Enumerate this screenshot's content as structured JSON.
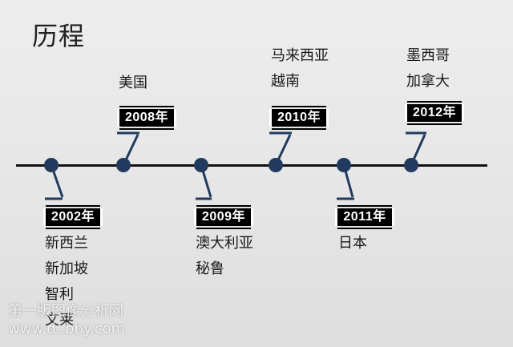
{
  "title": "历程",
  "milestones": [
    {
      "year": "2002年",
      "countries": [
        "新西兰",
        "新加坡",
        "智利",
        "文莱"
      ]
    },
    {
      "year": "2008年",
      "countries": [
        "美国"
      ]
    },
    {
      "year": "2009年",
      "countries": [
        "澳大利亚",
        "秘鲁"
      ]
    },
    {
      "year": "2010年",
      "countries": [
        "马来西亚",
        "越南"
      ]
    },
    {
      "year": "2011年",
      "countries": [
        "日本"
      ]
    },
    {
      "year": "2012年",
      "countries": [
        "墨西哥",
        "加拿大"
      ]
    }
  ],
  "watermark": {
    "line1": "第一版图像分析网",
    "line2": "www.d..bby.com"
  },
  "colors": {
    "dot": "#213a5e",
    "connector": "#213a5e",
    "axis": "#111111",
    "label_bg": "#000000"
  }
}
